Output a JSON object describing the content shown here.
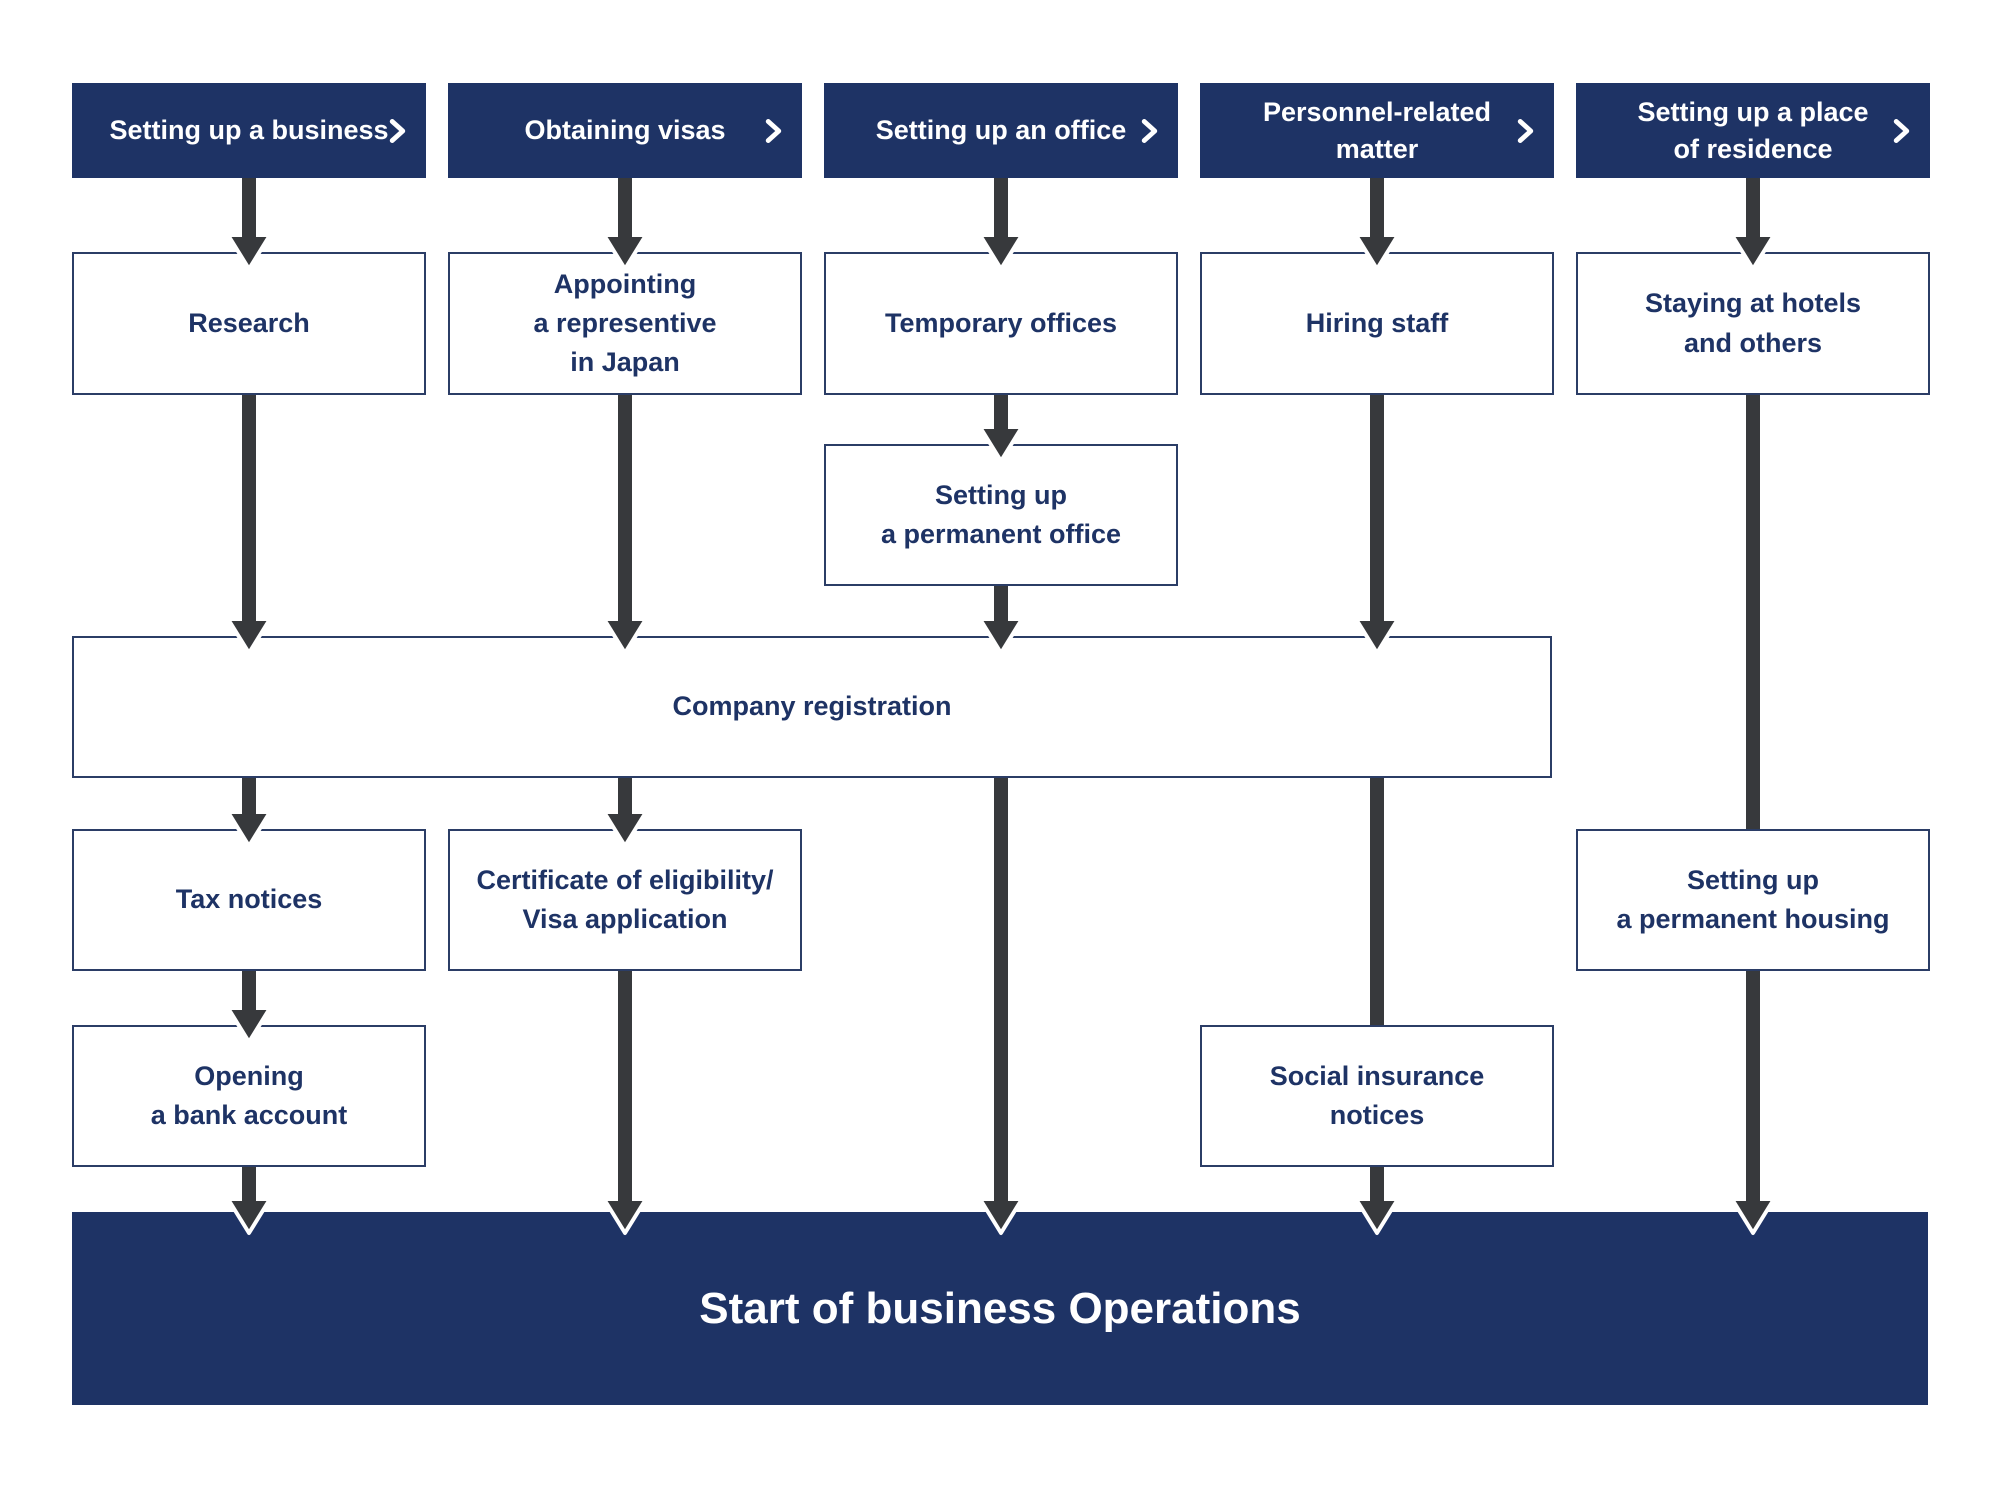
{
  "diagram": {
    "title_context": "business setup flowchart",
    "columns": [
      {
        "header": "Setting up a business"
      },
      {
        "header": "Obtaining visas"
      },
      {
        "header": "Setting up an office"
      },
      {
        "header": "Personnel-related\nmatter"
      },
      {
        "header": "Setting up a place\nof residence"
      }
    ],
    "nodes": {
      "research": "Research",
      "appointing": "Appointing\na representive\nin Japan",
      "temporary_offices": "Temporary offices",
      "permanent_office": "Setting up\na permanent office",
      "hiring_staff": "Hiring staff",
      "staying_hotels": "Staying at hotels\nand others",
      "company_registration": "Company registration",
      "tax_notices": "Tax notices",
      "certificate_visa": "Certificate of eligibility/\nVisa application",
      "permanent_housing": "Setting up\na permanent housing",
      "opening_bank": "Opening\na bank account",
      "social_insurance": "Social insurance\nnotices"
    },
    "footer": "Start of business Operations",
    "edges": [
      {
        "from": "header-setting-up-a-business",
        "to": "research"
      },
      {
        "from": "header-obtaining-visas",
        "to": "appointing"
      },
      {
        "from": "header-setting-up-an-office",
        "to": "temporary_offices"
      },
      {
        "from": "header-personnel-related-matter",
        "to": "hiring_staff"
      },
      {
        "from": "header-setting-up-a-place-of-residence",
        "to": "staying_hotels"
      },
      {
        "from": "research",
        "to": "company_registration"
      },
      {
        "from": "appointing",
        "to": "company_registration"
      },
      {
        "from": "temporary_offices",
        "to": "permanent_office"
      },
      {
        "from": "permanent_office",
        "to": "company_registration"
      },
      {
        "from": "hiring_staff",
        "to": "company_registration"
      },
      {
        "from": "company_registration",
        "to": "tax_notices"
      },
      {
        "from": "company_registration",
        "to": "certificate_visa"
      },
      {
        "from": "tax_notices",
        "to": "opening_bank"
      },
      {
        "from": "opening_bank",
        "to": "start_of_business_operations"
      },
      {
        "from": "certificate_visa",
        "to": "start_of_business_operations"
      },
      {
        "from": "company_registration",
        "to": "start_of_business_operations"
      },
      {
        "from": "company_registration",
        "through": "social_insurance",
        "to": "start_of_business_operations"
      },
      {
        "from": "staying_hotels",
        "through": "permanent_housing",
        "to": "start_of_business_operations"
      }
    ],
    "colors": {
      "navy": "#1e3365",
      "box_border": "#2b3d66",
      "arrow": "#37393c",
      "arrow_halo": "#ffffff",
      "box_text": "#1e3365",
      "header_text": "#ffffff"
    },
    "icons": {
      "header_chevron": "chevron-right"
    }
  }
}
